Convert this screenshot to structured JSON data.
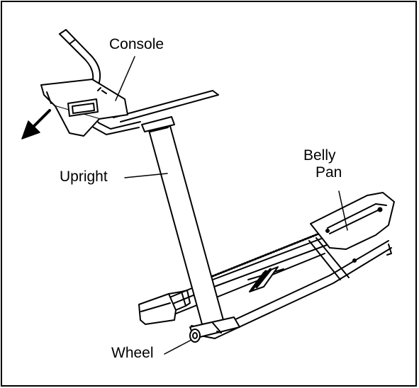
{
  "labels": {
    "console": "Console",
    "upright": "Upright",
    "belly_pan_line1": "Belly",
    "belly_pan_line2": "Pan",
    "wheel": "Wheel"
  },
  "colors": {
    "ink": "#000000",
    "paper": "#ffffff",
    "shade": "#d9d9d9"
  },
  "icons": {
    "direction_arrow": "arrow-down-left-icon"
  }
}
